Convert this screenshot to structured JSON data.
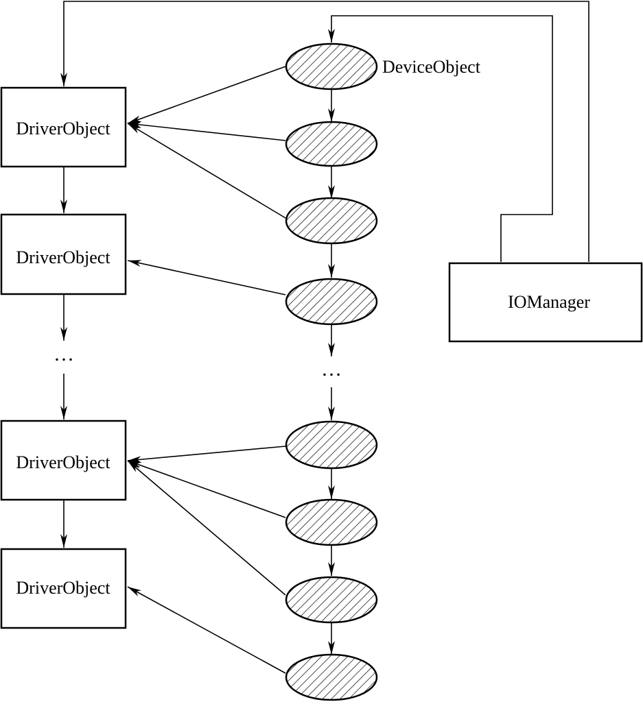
{
  "driver_objects": [
    {
      "label": "DriverObject"
    },
    {
      "label": "DriverObject"
    },
    {
      "label": "DriverObject"
    },
    {
      "label": "DriverObject"
    }
  ],
  "device_objects_count": 8,
  "device_object_label": "DeviceObject",
  "io_manager_label": "IOManager",
  "ellipsis": "…",
  "colors": {
    "stroke": "#000000",
    "fill": "#ffffff"
  }
}
